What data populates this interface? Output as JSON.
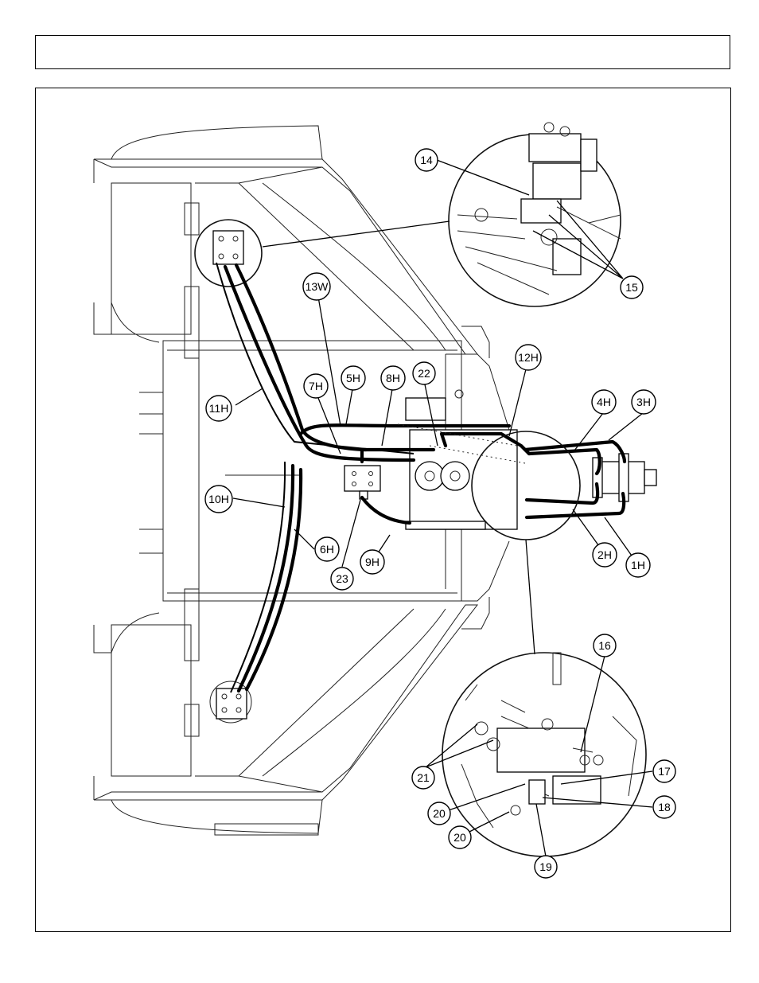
{
  "header": {
    "title": ""
  },
  "callouts": [
    {
      "id": "c14",
      "label": "14"
    },
    {
      "id": "c15",
      "label": "15"
    },
    {
      "id": "c13W",
      "label": "13W"
    },
    {
      "id": "c12H",
      "label": "12H"
    },
    {
      "id": "c22",
      "label": "22"
    },
    {
      "id": "c7H",
      "label": "7H"
    },
    {
      "id": "c5H",
      "label": "5H"
    },
    {
      "id": "c8H",
      "label": "8H"
    },
    {
      "id": "c4H",
      "label": "4H"
    },
    {
      "id": "c3H",
      "label": "3H"
    },
    {
      "id": "c11H",
      "label": "11H"
    },
    {
      "id": "c10H",
      "label": "10H"
    },
    {
      "id": "c6H",
      "label": "6H"
    },
    {
      "id": "c9H",
      "label": "9H"
    },
    {
      "id": "c23",
      "label": "23"
    },
    {
      "id": "c2H",
      "label": "2H"
    },
    {
      "id": "c1H",
      "label": "1H"
    },
    {
      "id": "c16",
      "label": "16"
    },
    {
      "id": "c17",
      "label": "17"
    },
    {
      "id": "c18",
      "label": "18"
    },
    {
      "id": "c21",
      "label": "21"
    },
    {
      "id": "c20a",
      "label": "20"
    },
    {
      "id": "c20b",
      "label": "20"
    },
    {
      "id": "c19",
      "label": "19"
    }
  ]
}
